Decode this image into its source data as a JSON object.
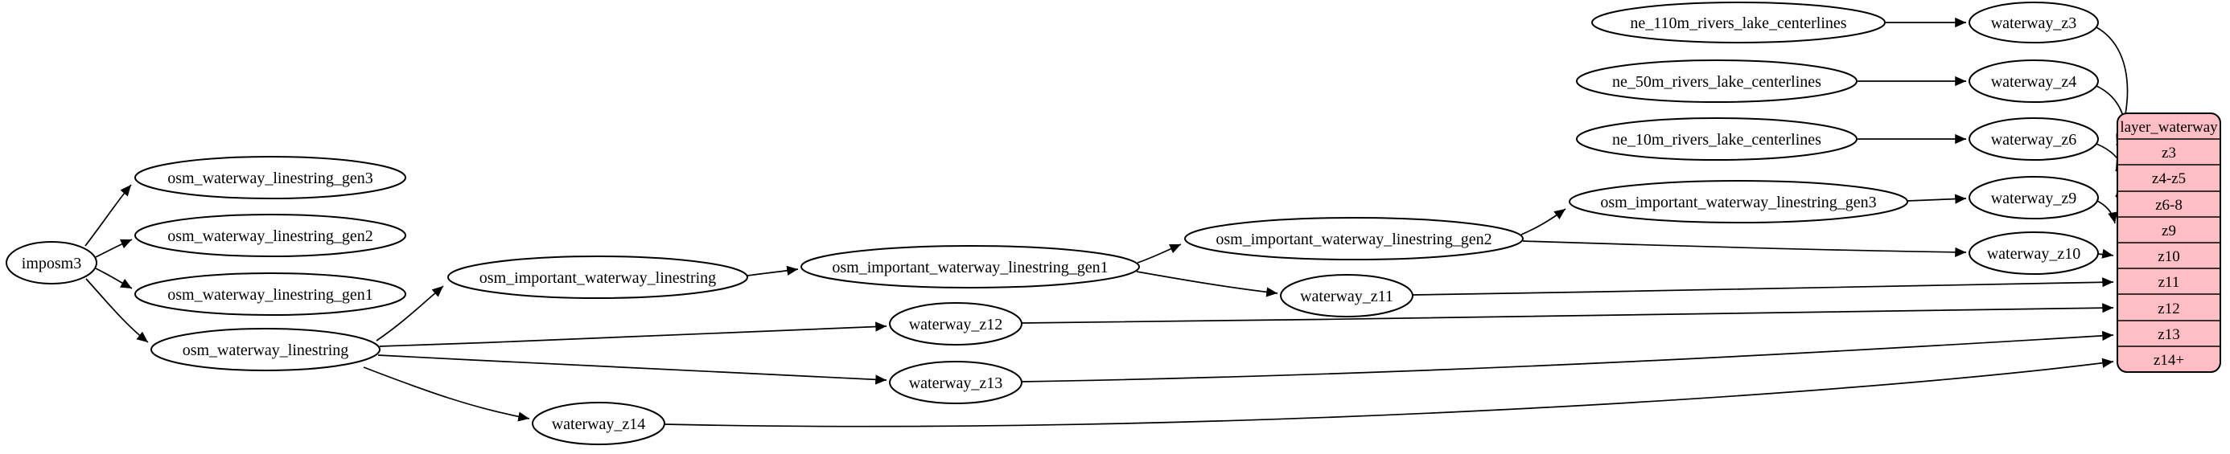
{
  "colors": {
    "background": "#ffffff",
    "node_fill": "#ffffff",
    "node_stroke": "#000000",
    "edge": "#000000",
    "record_fill": "#ffbec4",
    "record_stroke": "#000000",
    "text": "#000000"
  },
  "nodes": {
    "imposm3": "imposm3",
    "osm_waterway_linestring_gen3": "osm_waterway_linestring_gen3",
    "osm_waterway_linestring_gen2": "osm_waterway_linestring_gen2",
    "osm_waterway_linestring_gen1": "osm_waterway_linestring_gen1",
    "osm_waterway_linestring": "osm_waterway_linestring",
    "osm_important_waterway_linestring": "osm_important_waterway_linestring",
    "osm_important_waterway_linestring_gen1": "osm_important_waterway_linestring_gen1",
    "osm_important_waterway_linestring_gen2": "osm_important_waterway_linestring_gen2",
    "osm_important_waterway_linestring_gen3": "osm_important_waterway_linestring_gen3",
    "ne_110m_rivers_lake_centerlines": "ne_110m_rivers_lake_centerlines",
    "ne_50m_rivers_lake_centerlines": "ne_50m_rivers_lake_centerlines",
    "ne_10m_rivers_lake_centerlines": "ne_10m_rivers_lake_centerlines",
    "waterway_z3": "waterway_z3",
    "waterway_z4": "waterway_z4",
    "waterway_z6": "waterway_z6",
    "waterway_z9": "waterway_z9",
    "waterway_z10": "waterway_z10",
    "waterway_z11": "waterway_z11",
    "waterway_z12": "waterway_z12",
    "waterway_z13": "waterway_z13",
    "waterway_z14": "waterway_z14"
  },
  "layer_table": {
    "title": "layer_waterway",
    "rows": [
      "z3",
      "z4-z5",
      "z6-8",
      "z9",
      "z10",
      "z11",
      "z12",
      "z13",
      "z14+"
    ]
  },
  "edges": [
    [
      "imposm3",
      "osm_waterway_linestring_gen3"
    ],
    [
      "imposm3",
      "osm_waterway_linestring_gen2"
    ],
    [
      "imposm3",
      "osm_waterway_linestring_gen1"
    ],
    [
      "imposm3",
      "osm_waterway_linestring"
    ],
    [
      "osm_waterway_linestring",
      "osm_important_waterway_linestring"
    ],
    [
      "osm_waterway_linestring",
      "waterway_z12"
    ],
    [
      "osm_waterway_linestring",
      "waterway_z13"
    ],
    [
      "osm_waterway_linestring",
      "waterway_z14"
    ],
    [
      "osm_important_waterway_linestring",
      "osm_important_waterway_linestring_gen1"
    ],
    [
      "osm_important_waterway_linestring_gen1",
      "osm_important_waterway_linestring_gen2"
    ],
    [
      "osm_important_waterway_linestring_gen1",
      "waterway_z11"
    ],
    [
      "osm_important_waterway_linestring_gen2",
      "osm_important_waterway_linestring_gen3"
    ],
    [
      "osm_important_waterway_linestring_gen2",
      "waterway_z10"
    ],
    [
      "osm_important_waterway_linestring_gen3",
      "waterway_z9"
    ],
    [
      "ne_110m_rivers_lake_centerlines",
      "waterway_z3"
    ],
    [
      "ne_50m_rivers_lake_centerlines",
      "waterway_z4"
    ],
    [
      "ne_10m_rivers_lake_centerlines",
      "waterway_z6"
    ],
    [
      "waterway_z3",
      "layer_waterway:z3"
    ],
    [
      "waterway_z4",
      "layer_waterway:z4-z5"
    ],
    [
      "waterway_z6",
      "layer_waterway:z6-8"
    ],
    [
      "waterway_z9",
      "layer_waterway:z9"
    ],
    [
      "waterway_z10",
      "layer_waterway:z10"
    ],
    [
      "waterway_z11",
      "layer_waterway:z11"
    ],
    [
      "waterway_z12",
      "layer_waterway:z12"
    ],
    [
      "waterway_z13",
      "layer_waterway:z13"
    ],
    [
      "waterway_z14",
      "layer_waterway:z14+"
    ]
  ]
}
